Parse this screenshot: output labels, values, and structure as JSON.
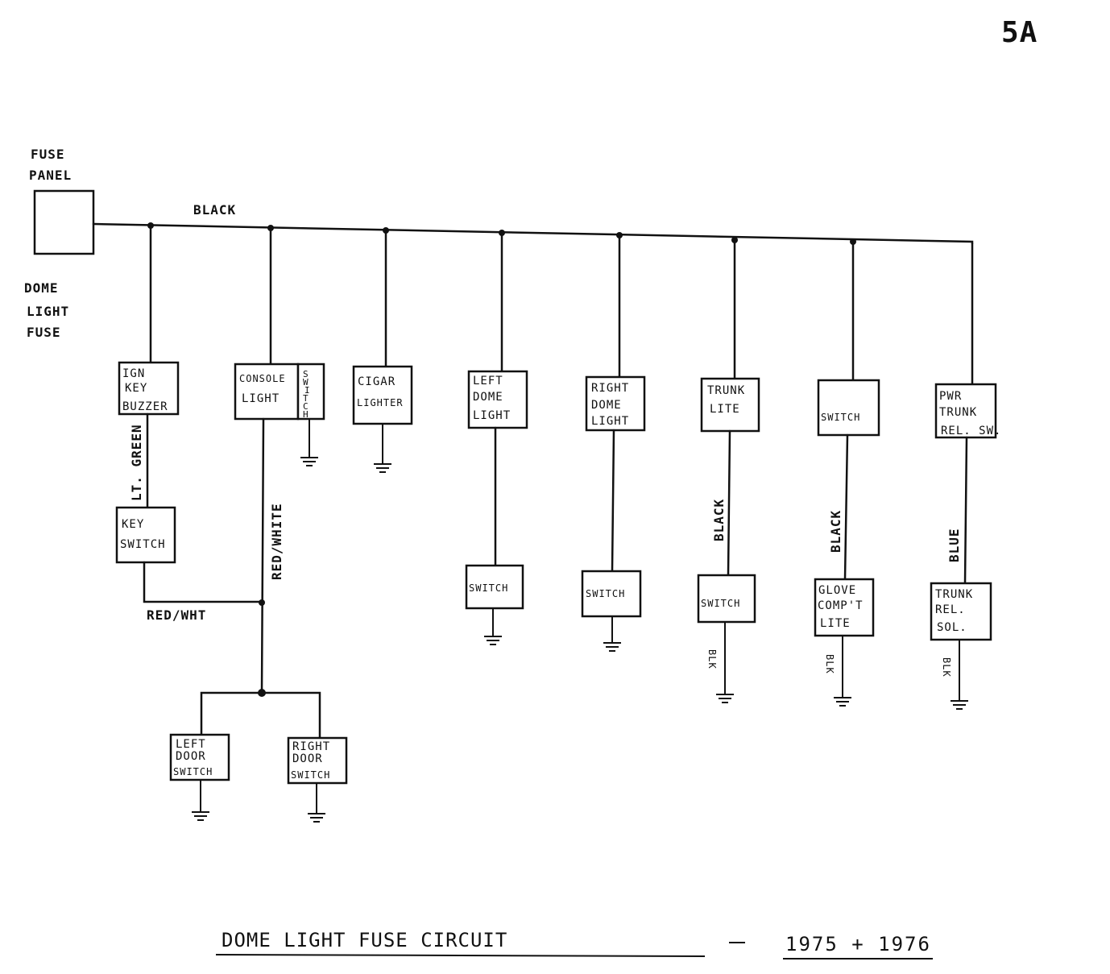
{
  "page_number": "5A",
  "fuse_panel_label": [
    "FUSE",
    "PANEL"
  ],
  "fuse_name": [
    "DOME",
    "LIGHT",
    "FUSE"
  ],
  "title": "DOME LIGHT FUSE CIRCUIT",
  "years": "1975 + 1976",
  "bus_wire_label": "BLACK",
  "components": {
    "ign_key_buzzer": [
      "IGN",
      "KEY",
      "BUZZER"
    ],
    "key_switch": [
      "KEY",
      "SWITCH"
    ],
    "console_light": [
      "CONSOLE",
      "LIGHT"
    ],
    "console_switch": [
      "S",
      "W",
      "I",
      "T",
      "C",
      "H"
    ],
    "cigar_lighter": [
      "CIGAR",
      "LIGHTER"
    ],
    "left_dome_light": [
      "LEFT",
      "DOME",
      "LIGHT"
    ],
    "left_dome_switch": "SWITCH",
    "right_dome_light": [
      "RIGHT",
      "DOME",
      "LIGHT"
    ],
    "right_dome_switch": "SWITCH",
    "trunk_lite": [
      "TRUNK",
      "LITE"
    ],
    "trunk_switch": "SWITCH",
    "glove_switch": "SWITCH",
    "glove_comp_lite": [
      "GLOVE",
      "COMP'T",
      "LITE"
    ],
    "pwr_trunk_rel_sw": [
      "PWR",
      "TRUNK",
      "REL. SW."
    ],
    "trunk_rel_sol": [
      "TRUNK",
      "REL.",
      "SOL."
    ],
    "left_door_switch": [
      "LEFT",
      "DOOR",
      "SWITCH"
    ],
    "right_door_switch": [
      "RIGHT",
      "DOOR",
      "SWITCH"
    ]
  },
  "wire_labels": {
    "lt_green": "LT. GREEN",
    "red_white": "RED/WHITE",
    "red_wht": "RED/WHT",
    "trunk_black": "BLACK",
    "glove_black": "BLACK",
    "blue": "BLUE",
    "ground_strap_trunk": "BLK",
    "ground_strap_glove": "BLK",
    "ground_strap_sol": "BLK"
  }
}
